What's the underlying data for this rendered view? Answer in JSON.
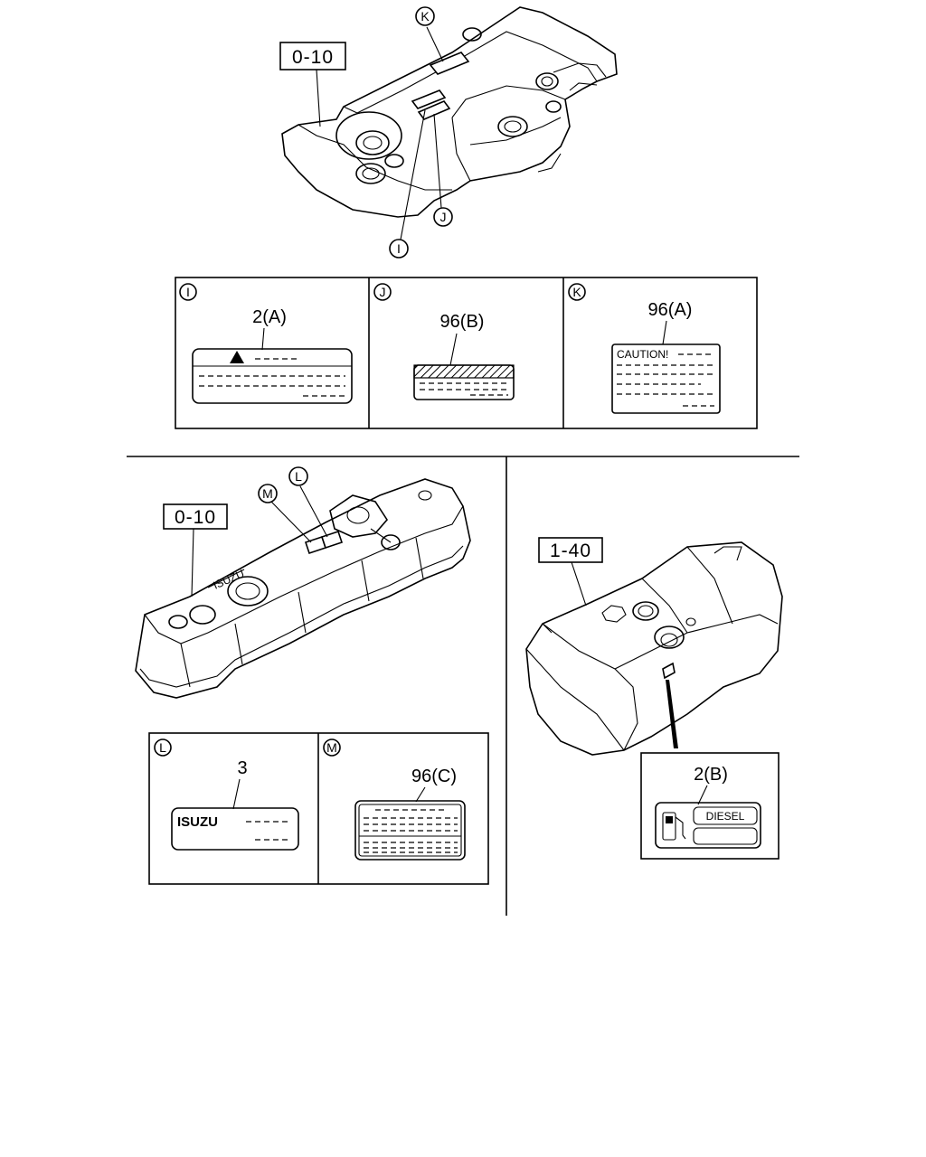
{
  "refs": {
    "top_assembly": "0-10",
    "middle_assembly": "0-10",
    "tank_assembly": "1-40"
  },
  "callouts": {
    "i": "I",
    "j": "J",
    "k": "K",
    "l": "L",
    "m": "M"
  },
  "labels": {
    "i": {
      "letter": "I",
      "part": "2(A)"
    },
    "j": {
      "letter": "J",
      "part": "96(B)"
    },
    "k": {
      "letter": "K",
      "part": "96(A)",
      "text": "CAUTION!"
    },
    "l": {
      "letter": "L",
      "part": "3",
      "brand": "ISUZU"
    },
    "m": {
      "letter": "M",
      "part": "96(C)"
    },
    "tank": {
      "part": "2(B)",
      "fuel": "DIESEL"
    }
  }
}
